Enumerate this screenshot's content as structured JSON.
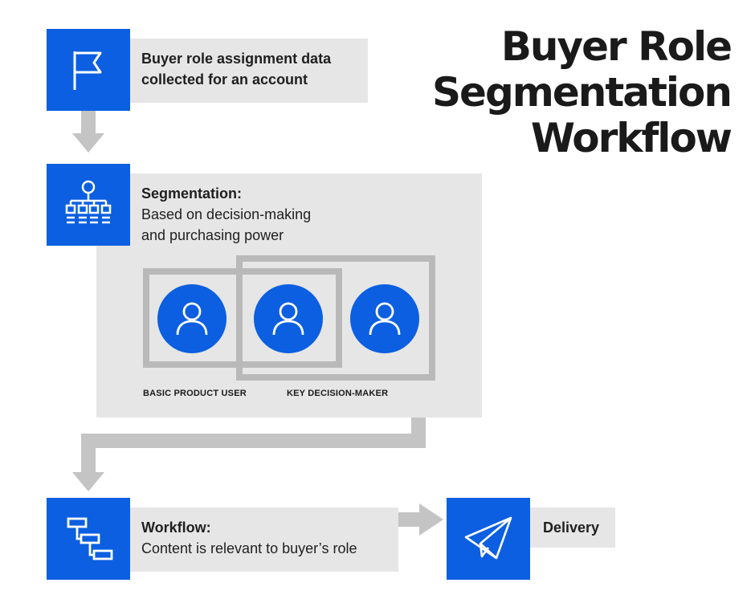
{
  "title": {
    "line1": "Buyer Role",
    "line2": "Segmentation",
    "line3": "Workflow"
  },
  "step1": {
    "text": "Buyer role assignment data collected for an account",
    "icon": "flag-icon"
  },
  "step2": {
    "heading": "Segmentation:",
    "line1": "Based on decision-making",
    "line2": "and purchasing power",
    "icon": "org-chart-icon",
    "labels": {
      "basic": "BASIC PRODUCT USER",
      "key": "KEY DECISION-MAKER"
    }
  },
  "step3": {
    "heading": "Workflow:",
    "text": "Content is relevant to buyer’s role",
    "icon": "workflow-icon"
  },
  "step4": {
    "text": "Delivery",
    "icon": "paper-plane-icon"
  },
  "colors": {
    "accent": "#0b5fe0",
    "panel": "#e6e6e6",
    "frame": "#b9b9b9",
    "arrow": "#c4c4c4"
  }
}
